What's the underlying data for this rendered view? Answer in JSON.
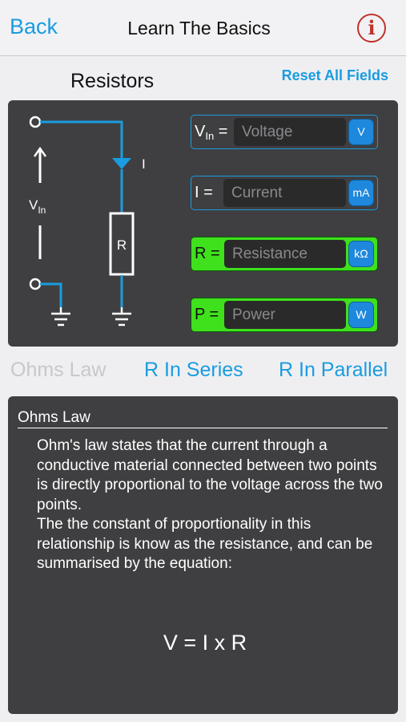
{
  "nav": {
    "back_label": "Back",
    "title": "Learn The Basics",
    "info_glyph": "i"
  },
  "section": {
    "title": "Resistors",
    "reset_label": "Reset All Fields"
  },
  "circuit": {
    "vin_label": "V",
    "vin_sub": "In",
    "current_label": "I",
    "resistor_label": "R",
    "wire_color": "#1a9ce0"
  },
  "fields": [
    {
      "label": "V",
      "sub": "In",
      "eq": " =",
      "placeholder": "Voltage",
      "unit": "V",
      "state": "blue"
    },
    {
      "label": "I",
      "sub": "",
      "eq": " =",
      "placeholder": "Current",
      "unit": "mA",
      "state": "blue"
    },
    {
      "label": "R",
      "sub": "",
      "eq": " =",
      "placeholder": "Resistance",
      "unit": "kΩ",
      "state": "green"
    },
    {
      "label": "P",
      "sub": "",
      "eq": " =",
      "placeholder": "Power",
      "unit": "W",
      "state": "green"
    }
  ],
  "tabs": [
    {
      "label": "Ohms Law",
      "active": true
    },
    {
      "label": "R In Series",
      "active": false
    },
    {
      "label": "R In Parallel",
      "active": false
    }
  ],
  "info": {
    "header": "Ohms Law",
    "paragraph1": "Ohm's law states that the current through a conductive material connected between two points is directly proportional to the voltage across the two points.",
    "paragraph2": "The the constant of proportionality in this relationship is know as the resistance, and can be summarised by the equation:",
    "equation": "V = I x R"
  },
  "colors": {
    "accent": "#1a9ce0",
    "panel": "#3f3f41",
    "highlight_green": "#3fe01c",
    "info_red": "#c0312b"
  }
}
